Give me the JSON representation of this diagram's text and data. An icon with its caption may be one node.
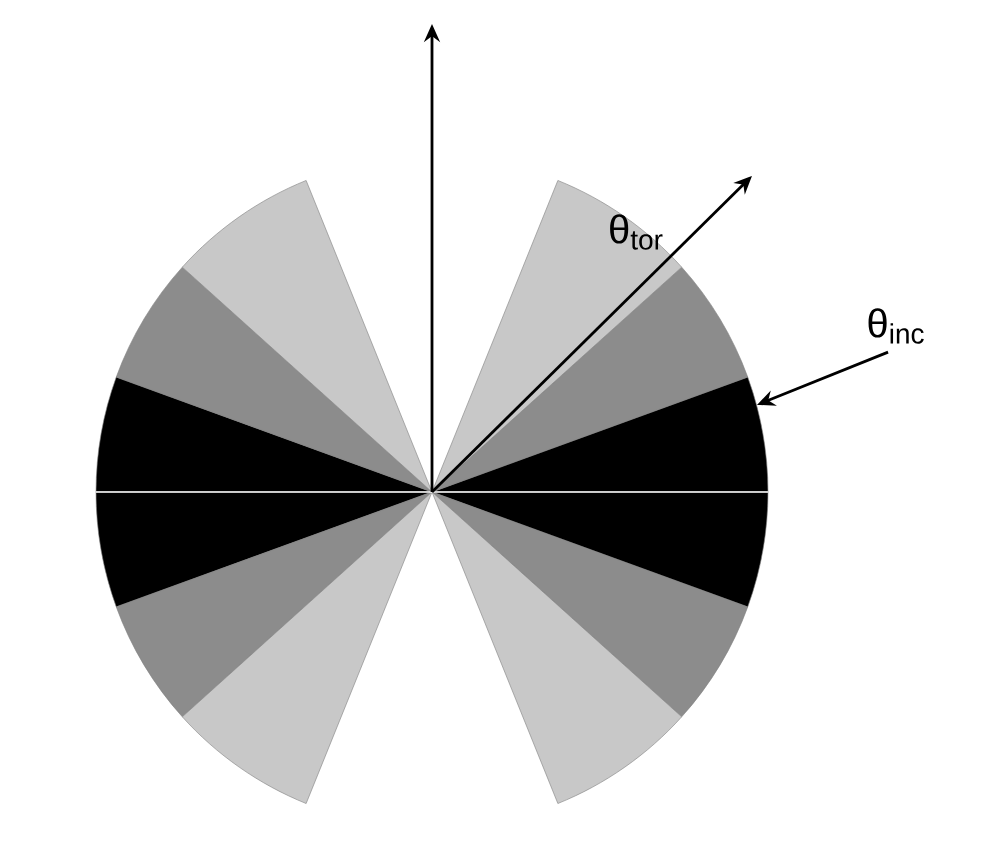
{
  "diagram": {
    "nodes": [
      {
        "text": [],
        "shape": "circle"
      },
      {
        "text": [
          "θ$_{inc}$"
        ]
      }
    ],
    "edges": [
      {
        "from": 1,
        "to": 0,
        "arrow": "to"
      }
    ],
    "labels": [
      "θ$_{tor}$"
    ]
  }
}
